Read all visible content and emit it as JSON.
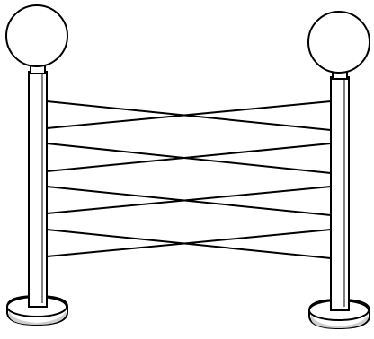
{
  "drawing": {
    "subject": "two-post-barrier-with-cross-lines",
    "line_color": "#000000",
    "fill_color": "#ffffff",
    "shade_color": "#cfcfcf",
    "post_count": 2,
    "cross_line_count": 8
  }
}
